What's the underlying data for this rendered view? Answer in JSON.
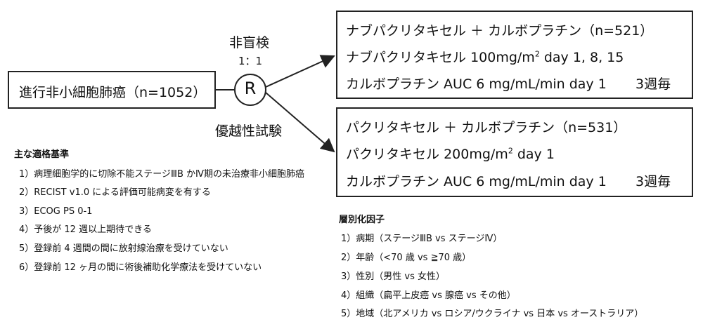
{
  "population": "進行非小細胞肺癌（n=1052）",
  "design": {
    "blinding": "非盲検",
    "ratio": "1：1",
    "randomization_symbol": "R",
    "trial_type": "優越性試験"
  },
  "arms": [
    {
      "title": "ナブパクリタキセル ＋ カルボプラチン（n=521）",
      "drug1_name": "ナブパクリタキセル",
      "drug1_dose_main": "100mg/m",
      "drug1_dose_sup": "2",
      "drug1_dose_tail": " day 1, 8, 15",
      "drug2": "カルボプラチン AUC 6 mg/mL/min day 1",
      "cycle": "3週毎"
    },
    {
      "title": "パクリタキセル ＋ カルボプラチン（n=531）",
      "drug1_name": "パクリタキセル",
      "drug1_dose_main": "200mg/m",
      "drug1_dose_sup": "2",
      "drug1_dose_tail": " day 1",
      "drug2": "カルボプラチン AUC 6 mg/mL/min day 1",
      "cycle": "3週毎"
    }
  ],
  "eligibility": {
    "heading": "主な適格基準",
    "items": [
      "1）病理細胞学的に切除不能ステージⅢB かⅣ期の未治療非小細胞肺癌",
      "2）RECIST v1.0 による評価可能病変を有する",
      "3）ECOG PS 0-1",
      "4）予後が 12 週以上期待できる",
      "5）登録前 4 週間の間に放射線治療を受けていない",
      "6）登録前 12 ヶ月の間に術後補助化学療法を受けていない"
    ]
  },
  "stratification": {
    "heading": "層別化因子",
    "items": [
      "1）病期（ステージⅢB vs ステージⅣ）",
      "2）年齢（<70 歳 vs ≧70 歳）",
      "3）性別（男性 vs 女性）",
      "4）組織（扁平上皮癌 vs 腺癌 vs その他）",
      "5）地域（北アメリカ vs ロシア/ウクライナ vs 日本 vs オーストラリア）"
    ]
  }
}
